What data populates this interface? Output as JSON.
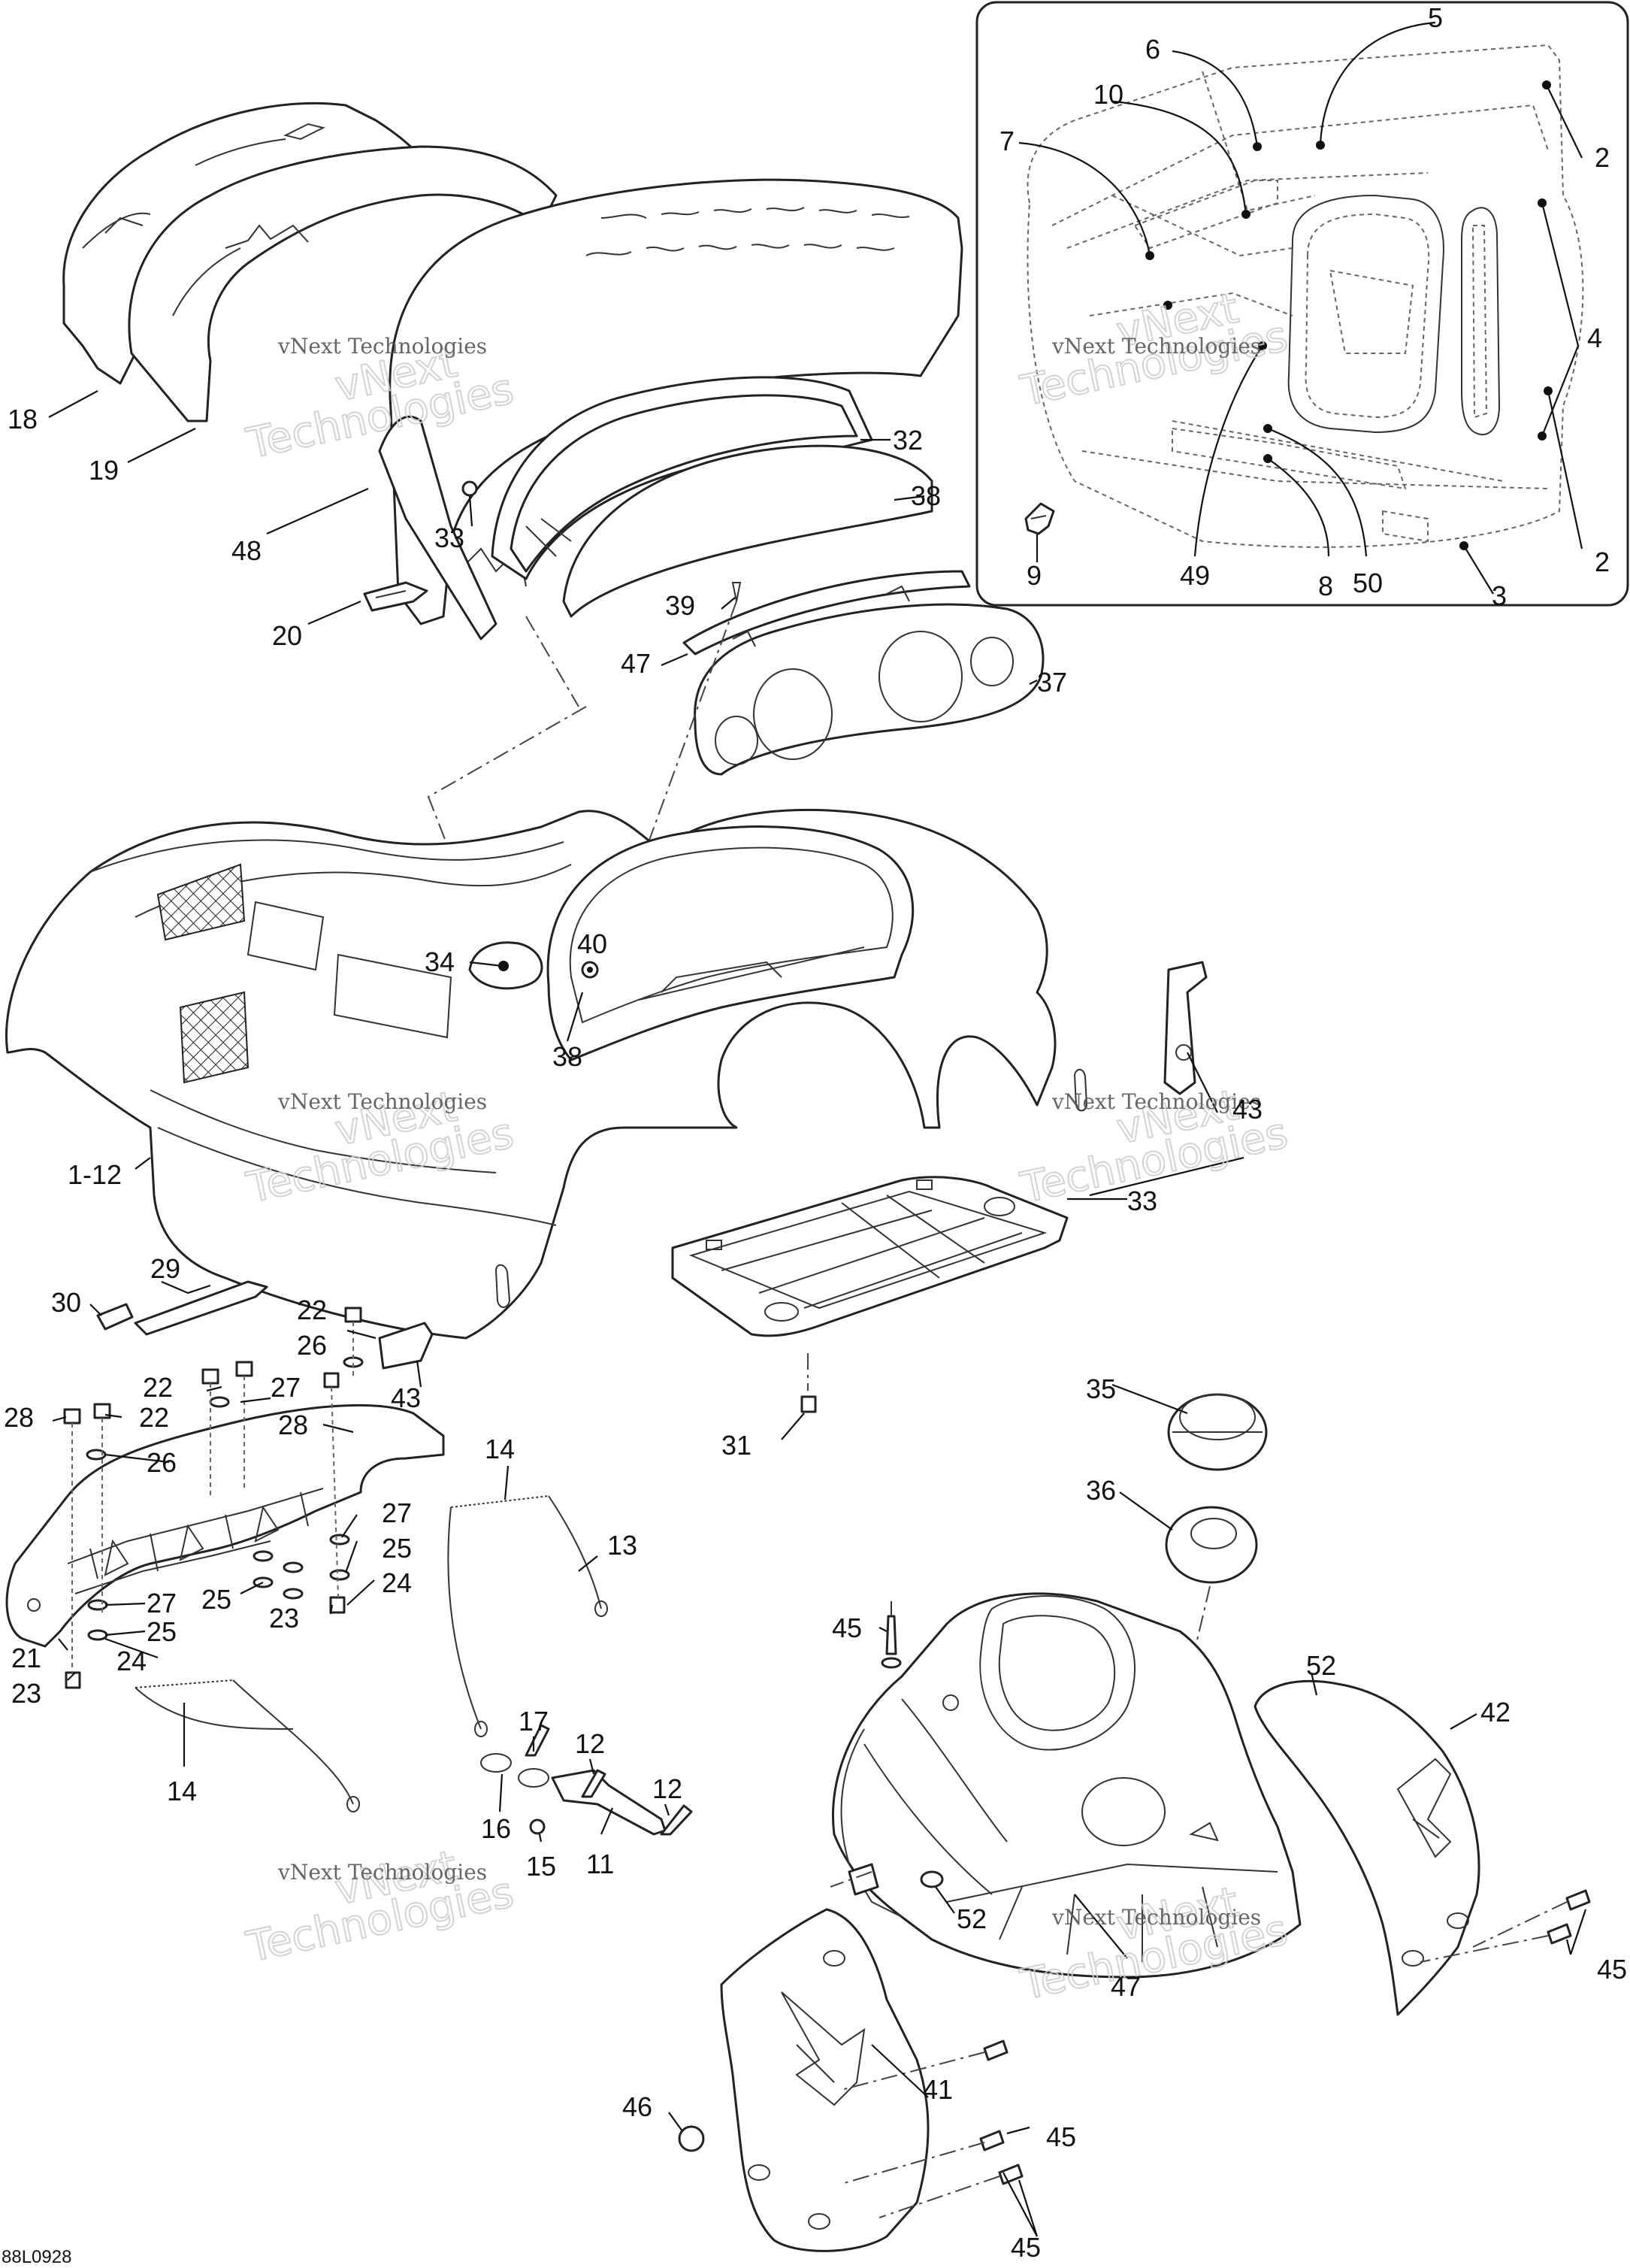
{
  "drawing_code": "88L0928",
  "watermark": {
    "line1": "vNext",
    "line2": "Technologies",
    "full": "vNext Technologies"
  },
  "callouts": {
    "c1_12": "1-12",
    "c2": "2",
    "c3": "3",
    "c4": "4",
    "c5": "5",
    "c6": "6",
    "c7": "7",
    "c8": "8",
    "c9": "9",
    "c10": "10",
    "c11": "11",
    "c12": "12",
    "c13": "13",
    "c14": "14",
    "c15": "15",
    "c16": "16",
    "c17": "17",
    "c18": "18",
    "c19": "19",
    "c20": "20",
    "c21": "21",
    "c22": "22",
    "c23": "23",
    "c24": "24",
    "c25": "25",
    "c26": "26",
    "c27": "27",
    "c28": "28",
    "c29": "29",
    "c30": "30",
    "c31": "31",
    "c32": "32",
    "c33": "33",
    "c34": "34",
    "c35": "35",
    "c36": "36",
    "c37": "37",
    "c38": "38",
    "c39": "39",
    "c40": "40",
    "c41": "41",
    "c42": "42",
    "c43": "43",
    "c45": "45",
    "c46": "46",
    "c47": "47",
    "c48": "48",
    "c49": "49",
    "c50": "50",
    "c52": "52"
  }
}
